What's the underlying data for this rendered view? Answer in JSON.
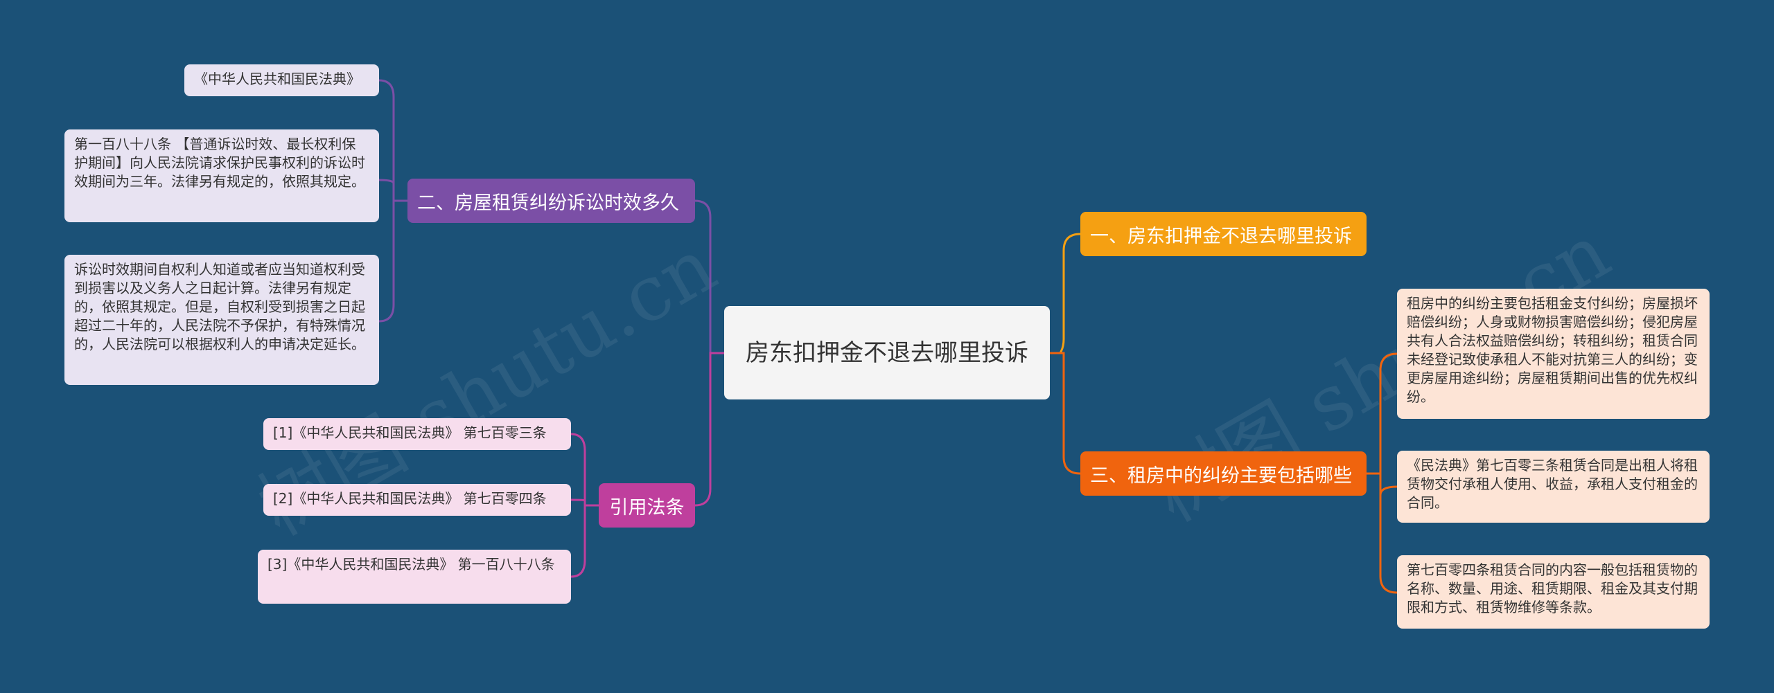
{
  "center": {
    "label": "房东扣押金不退去哪里投诉"
  },
  "right": {
    "branch1": {
      "label": "一、房东扣押金不退去哪里投诉"
    },
    "branch3": {
      "label": "三、租房中的纠纷主要包括哪些",
      "leaves": [
        "租房中的纠纷主要包括租金支付纠纷；房屋损坏赔偿纠纷；人身或财物损害赔偿纠纷；侵犯房屋共有人合法权益赔偿纠纷；转租纠纷；租赁合同未经登记致使承租人不能对抗第三人的纠纷；变更房屋用途纠纷；房屋租赁期间出售的优先权纠纷。",
        "《民法典》第七百零三条租赁合同是出租人将租赁物交付承租人使用、收益，承租人支付租金的合同。",
        "第七百零四条租赁合同的内容一般包括租赁物的名称、数量、用途、租赁期限、租金及其支付期限和方式、租赁物维修等条款。"
      ]
    }
  },
  "left": {
    "branch2": {
      "label": "二、房屋租赁纠纷诉讼时效多久",
      "leaves": [
        "《中华人民共和国民法典》",
        "第一百八十八条 【普通诉讼时效、最长权利保护期间】向人民法院请求保护民事权利的诉讼时效期间为三年。法律另有规定的，依照其规定。",
        "诉讼时效期间自权利人知道或者应当知道权利受到损害以及义务人之日起计算。法律另有规定的，依照其规定。但是，自权利受到损害之日起超过二十年的，人民法院不予保护，有特殊情况的，人民法院可以根据权利人的申请决定延长。"
      ]
    },
    "citations": {
      "label": "引用法条",
      "leaves": [
        "[1]《中华人民共和国民法典》 第七百零三条",
        "[2]《中华人民共和国民法典》 第七百零四条",
        "[3]《中华人民共和国民法典》 第一百八十八条"
      ]
    }
  },
  "watermark": {
    "text": "树图 shutu.cn"
  },
  "colors": {
    "background": "#1b5177",
    "orange": "#f5a012",
    "red_orange": "#f0640e",
    "purple": "#7b4fa6",
    "magenta": "#bf3f9d"
  }
}
